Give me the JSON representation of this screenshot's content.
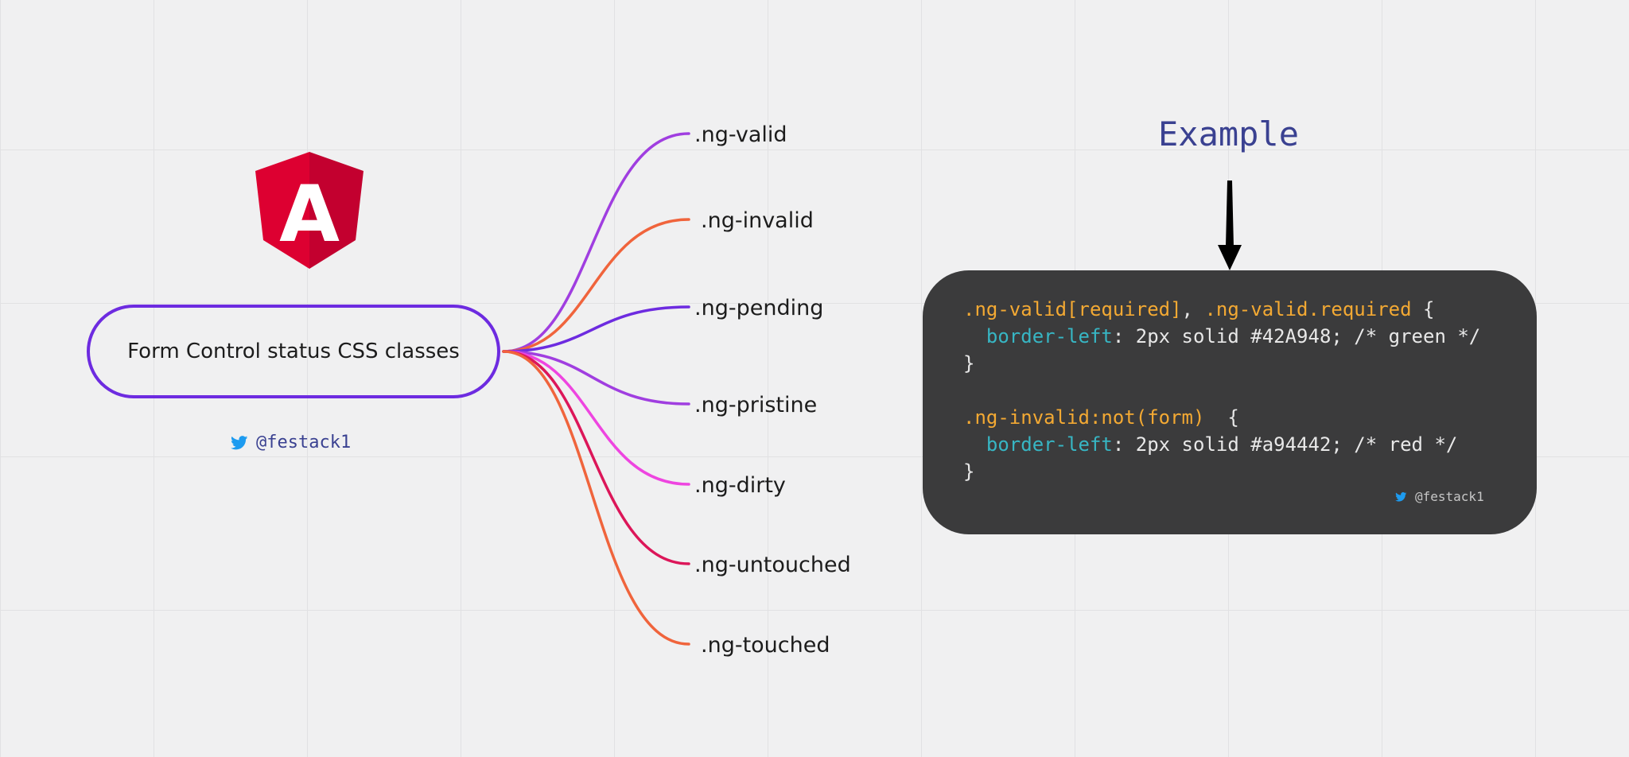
{
  "root": {
    "label": "Form Control status CSS classes"
  },
  "classes": [
    ".ng-valid",
    ".ng-invalid",
    ".ng-pending",
    ".ng-pristine",
    ".ng-dirty",
    ".ng-untouched",
    ".ng-touched"
  ],
  "branch_colors": [
    "#a03ee0",
    "#f0643c",
    "#6d2be0",
    "#a03ee0",
    "#ee45e0",
    "#dc1659",
    "#f0643c"
  ],
  "logo": {
    "name": "angular-logo",
    "letter": "A",
    "color": "#dd0031",
    "shade": "#c3002f"
  },
  "handle": {
    "icon": "twitter-icon",
    "text": "@festack1",
    "icon_color": "#1d9bf0"
  },
  "example": {
    "title": "Example",
    "code": {
      "rule1_selector_a": ".ng-valid[required]",
      "rule1_sep": ", ",
      "rule1_selector_b": ".ng-valid.required",
      "rule1_open": " {",
      "rule1_prop": "border-left",
      "rule1_value": ": 2px solid #42A948; /* green */",
      "rule1_close": "}",
      "rule2_selector": ".ng-invalid:not(form)",
      "rule2_open": "  {",
      "rule2_prop": "border-left",
      "rule2_value": ": 2px solid #a94442; /* red */",
      "rule2_close": "}"
    },
    "handle_text": "@festack1"
  },
  "colors": {
    "root_border": "#6d2be0",
    "selector": "#f3a933",
    "property": "#37b6c4",
    "code_bg": "#3b3b3c",
    "title": "#3a4191"
  }
}
